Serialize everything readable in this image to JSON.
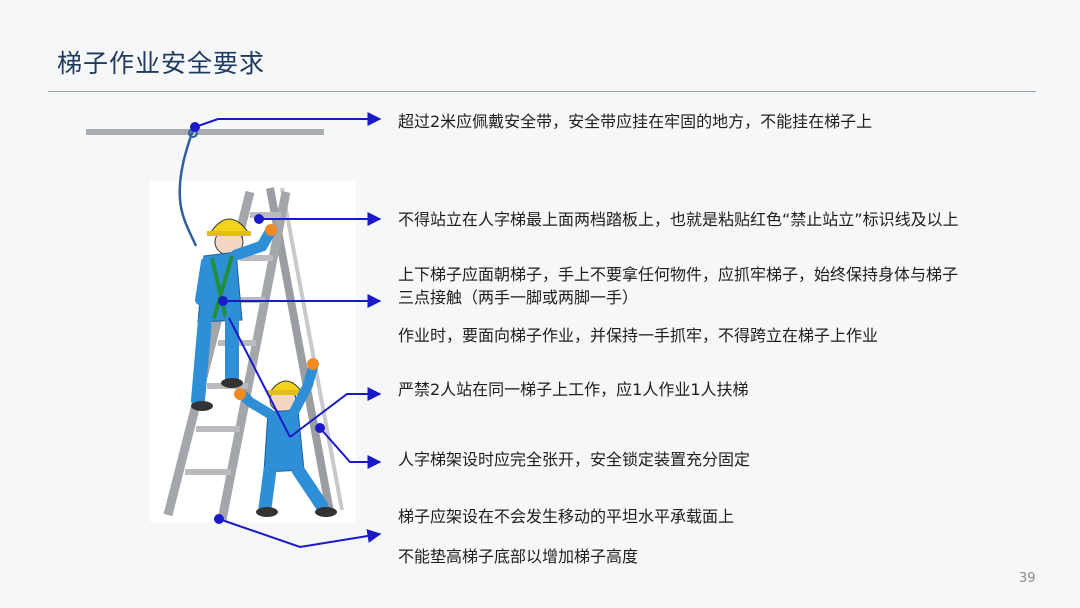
{
  "slide": {
    "title": "梯子作业安全要求",
    "page_number": "39"
  },
  "notes": {
    "harness": "超过2米应佩戴安全带，安全带应挂在牢固的地方，不能挂在梯子上",
    "top_steps": "不得站立在人字梯最上面两档踏板上，也就是粘贴红色“禁止站立”标识线及以上",
    "face_ladder_line1": "上下梯子应面朝梯子，手上不要拿任何物件，应抓牢梯子，始终保持身体与梯子",
    "face_ladder_line2": "三点接触（两手一脚或两脚一手）",
    "work_facing": "作业时，要面向梯子作业，并保持一手抓牢，不得跨立在梯子上作业",
    "no_two_people": "严禁2人站在同一梯子上工作，应1人作业1人扶梯",
    "fully_open": "人字梯架设时应完全张开，安全锁定装置充分固定",
    "level_surface": "梯子应架设在不会发生移动的平坦水平承载面上",
    "no_raising": "不能垫高梯子底部以增加梯子高度"
  },
  "colors": {
    "title": "#1f3a5f",
    "arrow": "#1a1ac8",
    "worker_suit": "#2e8fd6",
    "helmet": "#f2d21b",
    "ladder": "#b9bbbf",
    "harness_strap": "#1f8f3a",
    "lanyard": "#2f5f9e"
  },
  "icons": {
    "illustration": "workers-on-stepladder-illustration"
  }
}
